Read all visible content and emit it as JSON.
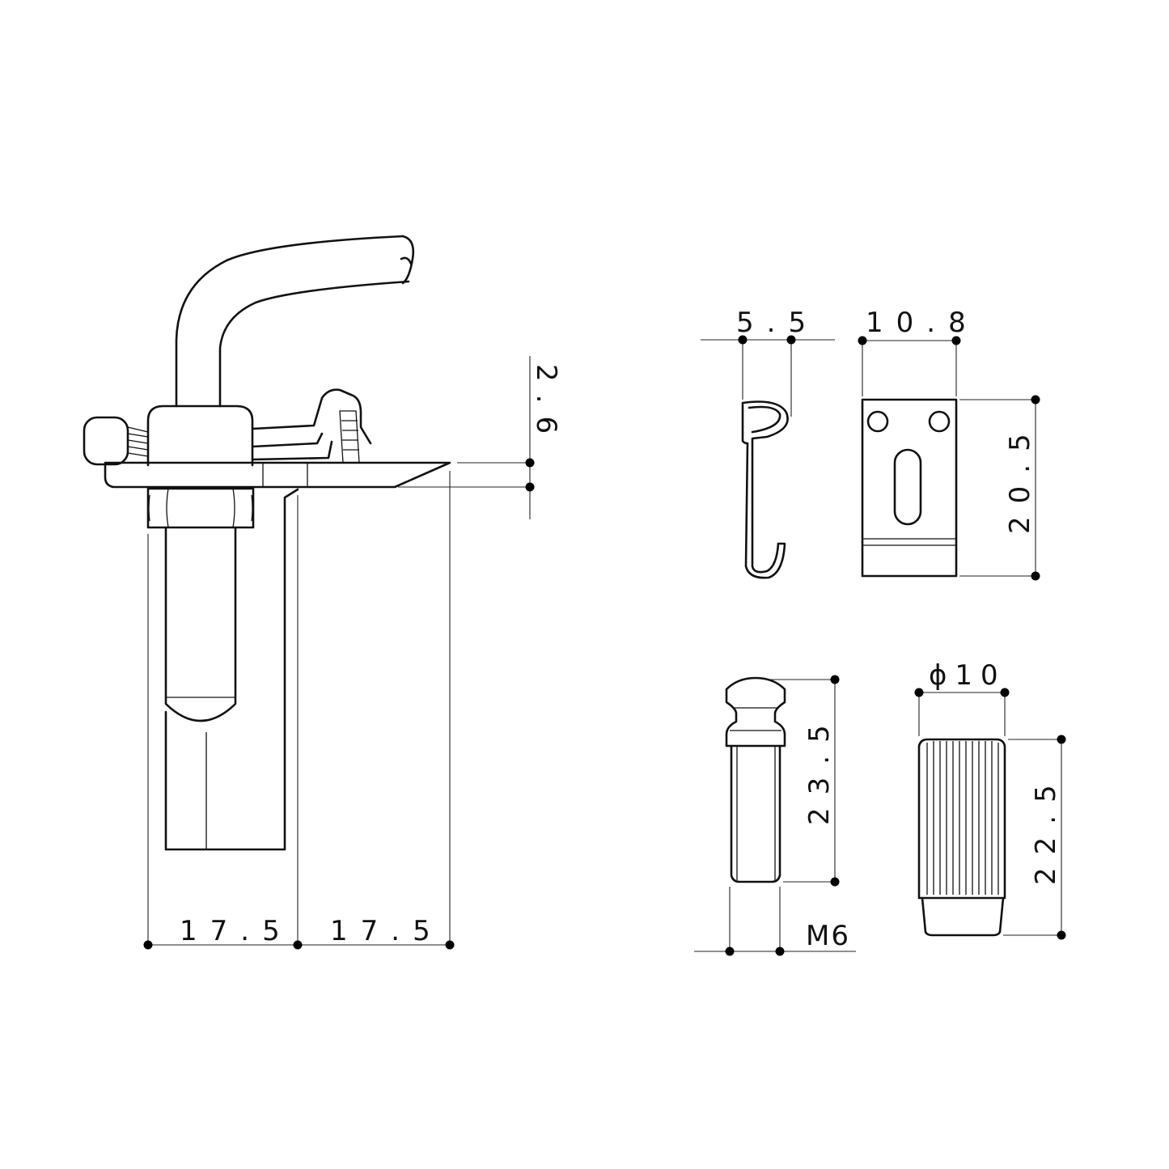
{
  "colors": {
    "line": "#111111",
    "background": "#ffffff"
  },
  "main_part": {
    "dim_thickness": "2.6",
    "dim_width_left": "17.5",
    "dim_width_right": "17.5"
  },
  "hook": {
    "dim_width": "5.5"
  },
  "plate": {
    "dim_width": "10.8",
    "dim_height": "20.5"
  },
  "stud": {
    "dim_height": "23.5",
    "dim_thread": "M6"
  },
  "knob": {
    "dim_diameter": "ϕ10",
    "dim_height": "22.5"
  }
}
